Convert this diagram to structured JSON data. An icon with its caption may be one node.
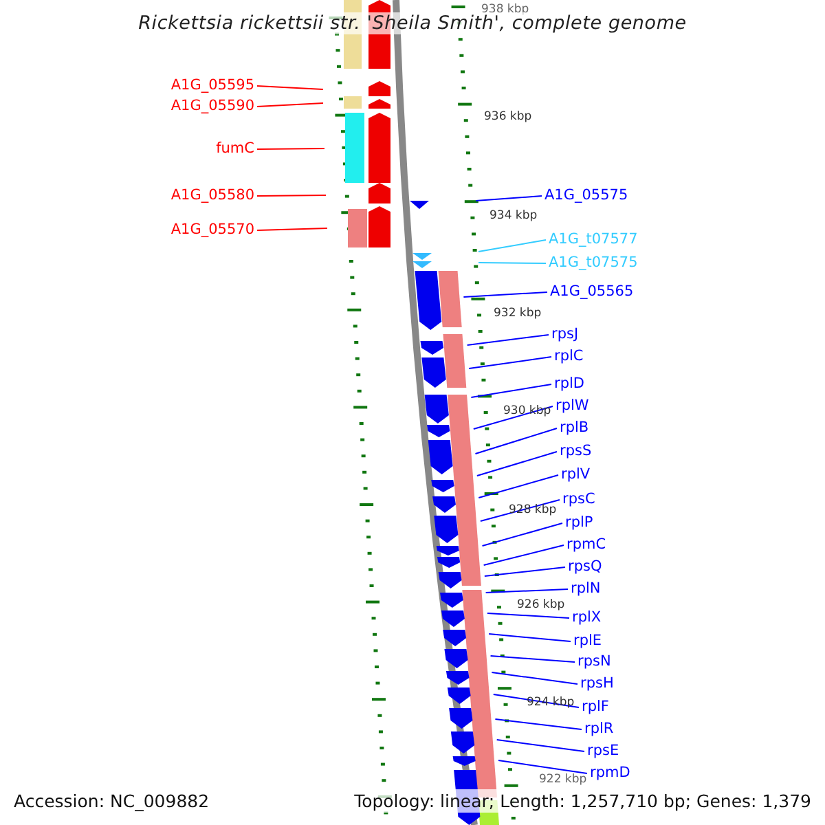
{
  "diagram": {
    "title": "Rickettsia rickettsii str. 'Sheila Smith', complete genome",
    "nodes": [
      {
        "text": [
          "A1G_05595"
        ]
      },
      {
        "text": [
          "A1G_05590"
        ]
      },
      {
        "text": [
          "fumC"
        ]
      },
      {
        "text": [
          "A1G_05580"
        ]
      },
      {
        "text": [
          "A1G_05570"
        ]
      },
      {
        "text": [
          "A1G_05575"
        ]
      },
      {
        "text": [
          "A1G_t07577"
        ]
      },
      {
        "text": [
          "A1G_t07575"
        ]
      },
      {
        "text": [
          "A1G_05565"
        ]
      },
      {
        "text": [
          "rpsJ"
        ]
      },
      {
        "text": [
          "rplC"
        ]
      },
      {
        "text": [
          "rplD"
        ]
      },
      {
        "text": [
          "rplW"
        ]
      },
      {
        "text": [
          "rplB"
        ]
      },
      {
        "text": [
          "rpsS"
        ]
      },
      {
        "text": [
          "rplV"
        ]
      },
      {
        "text": [
          "rpsC"
        ]
      },
      {
        "text": [
          "rplP"
        ]
      },
      {
        "text": [
          "rpmC"
        ]
      },
      {
        "text": [
          "rpsQ"
        ]
      },
      {
        "text": [
          "rplN"
        ]
      },
      {
        "text": [
          "rplX"
        ]
      },
      {
        "text": [
          "rplE"
        ]
      },
      {
        "text": [
          "rpsN"
        ]
      },
      {
        "text": [
          "rpsH"
        ]
      },
      {
        "text": [
          "rplF"
        ]
      },
      {
        "text": [
          "rplR"
        ]
      },
      {
        "text": [
          "rpsE"
        ]
      },
      {
        "text": [
          "rpmD"
        ]
      }
    ],
    "edges": [
      {
        "from": 0,
        "to": null,
        "arrow": "none",
        "color": "#ff0000"
      },
      {
        "from": 1,
        "to": null,
        "arrow": "none",
        "color": "#ff0000"
      },
      {
        "from": 2,
        "to": null,
        "arrow": "none",
        "color": "#ff0000"
      },
      {
        "from": 3,
        "to": null,
        "arrow": "none",
        "color": "#ff0000"
      },
      {
        "from": 4,
        "to": null,
        "arrow": "none",
        "color": "#ff0000"
      },
      {
        "from": 5,
        "to": null,
        "arrow": "none"
      },
      {
        "from": 6,
        "to": null,
        "arrow": "none",
        "color": "#33ccff"
      },
      {
        "from": 7,
        "to": null,
        "arrow": "none",
        "color": "#33ccff"
      },
      {
        "from": 8,
        "to": null,
        "arrow": "none"
      },
      {
        "from": 9,
        "to": null,
        "arrow": "none"
      },
      {
        "from": 10,
        "to": null,
        "arrow": "none"
      },
      {
        "from": 11,
        "to": null,
        "arrow": "none"
      },
      {
        "from": 12,
        "to": null,
        "arrow": "none"
      },
      {
        "from": 13,
        "to": null,
        "arrow": "none"
      },
      {
        "from": 14,
        "to": null,
        "arrow": "none"
      },
      {
        "from": 15,
        "to": null,
        "arrow": "none"
      },
      {
        "from": 16,
        "to": null,
        "arrow": "none"
      },
      {
        "from": 17,
        "to": null,
        "arrow": "none"
      },
      {
        "from": 18,
        "to": null,
        "arrow": "none"
      },
      {
        "from": 19,
        "to": null,
        "arrow": "none"
      },
      {
        "from": 20,
        "to": null,
        "arrow": "none"
      },
      {
        "from": 21,
        "to": null,
        "arrow": "none"
      },
      {
        "from": 22,
        "to": null,
        "arrow": "none"
      },
      {
        "from": 23,
        "to": null,
        "arrow": "none"
      },
      {
        "from": 24,
        "to": null,
        "arrow": "none"
      },
      {
        "from": 25,
        "to": null,
        "arrow": "none"
      },
      {
        "from": 26,
        "to": null,
        "arrow": "none"
      },
      {
        "from": 27,
        "to": null,
        "arrow": "none"
      },
      {
        "from": 28,
        "to": null,
        "arrow": "none"
      }
    ],
    "labels": [
      "938 kbp",
      "936 kbp",
      "934 kbp",
      "932 kbp",
      "930 kbp",
      "928 kbp",
      "926 kbp",
      "924 kbp",
      "922 kbp",
      "Accession: NC_009882",
      "Topology: linear; Length: 1,257,710 bp; Genes: 1,379"
    ]
  }
}
